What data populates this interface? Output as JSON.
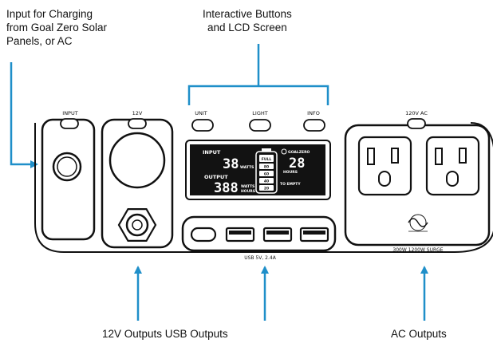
{
  "callouts": {
    "input_charging": [
      "Input for Charging",
      "from Goal Zero Solar",
      "Panels, or AC"
    ],
    "buttons_lcd": [
      "Interactive Buttons",
      "and LCD Screen"
    ],
    "outputs_12v_usb": "12V Outputs USB Outputs",
    "ac_outputs": "AC Outputs"
  },
  "panel_labels": {
    "input": "INPUT",
    "twelve_v": "12V",
    "unit": "UNIT",
    "light": "LIGHT",
    "info": "INFO",
    "ac": "120V AC",
    "usb": "USB 5V, 2.4A",
    "ac_rating": "300W 1200W SURGE"
  },
  "lcd": {
    "input_label": "INPUT",
    "input_value": "38",
    "input_unit": "WATTS",
    "output_label": "OUTPUT",
    "output_value": "388",
    "output_unit_1": "WATTS",
    "output_unit_2": "HOURS",
    "battery_full": "FULL",
    "battery_segments": [
      "80",
      "60",
      "40",
      "20"
    ],
    "brand": "GOALZERO",
    "hours_value": "28",
    "hours_label": "HOURS",
    "to_empty": "TO EMPTY"
  },
  "colors": {
    "arrow": "#1f8fc9",
    "outline": "#111111",
    "lcd_bg": "#121212"
  },
  "icons": {
    "pure_sine_wave": "sine-wave-icon"
  }
}
